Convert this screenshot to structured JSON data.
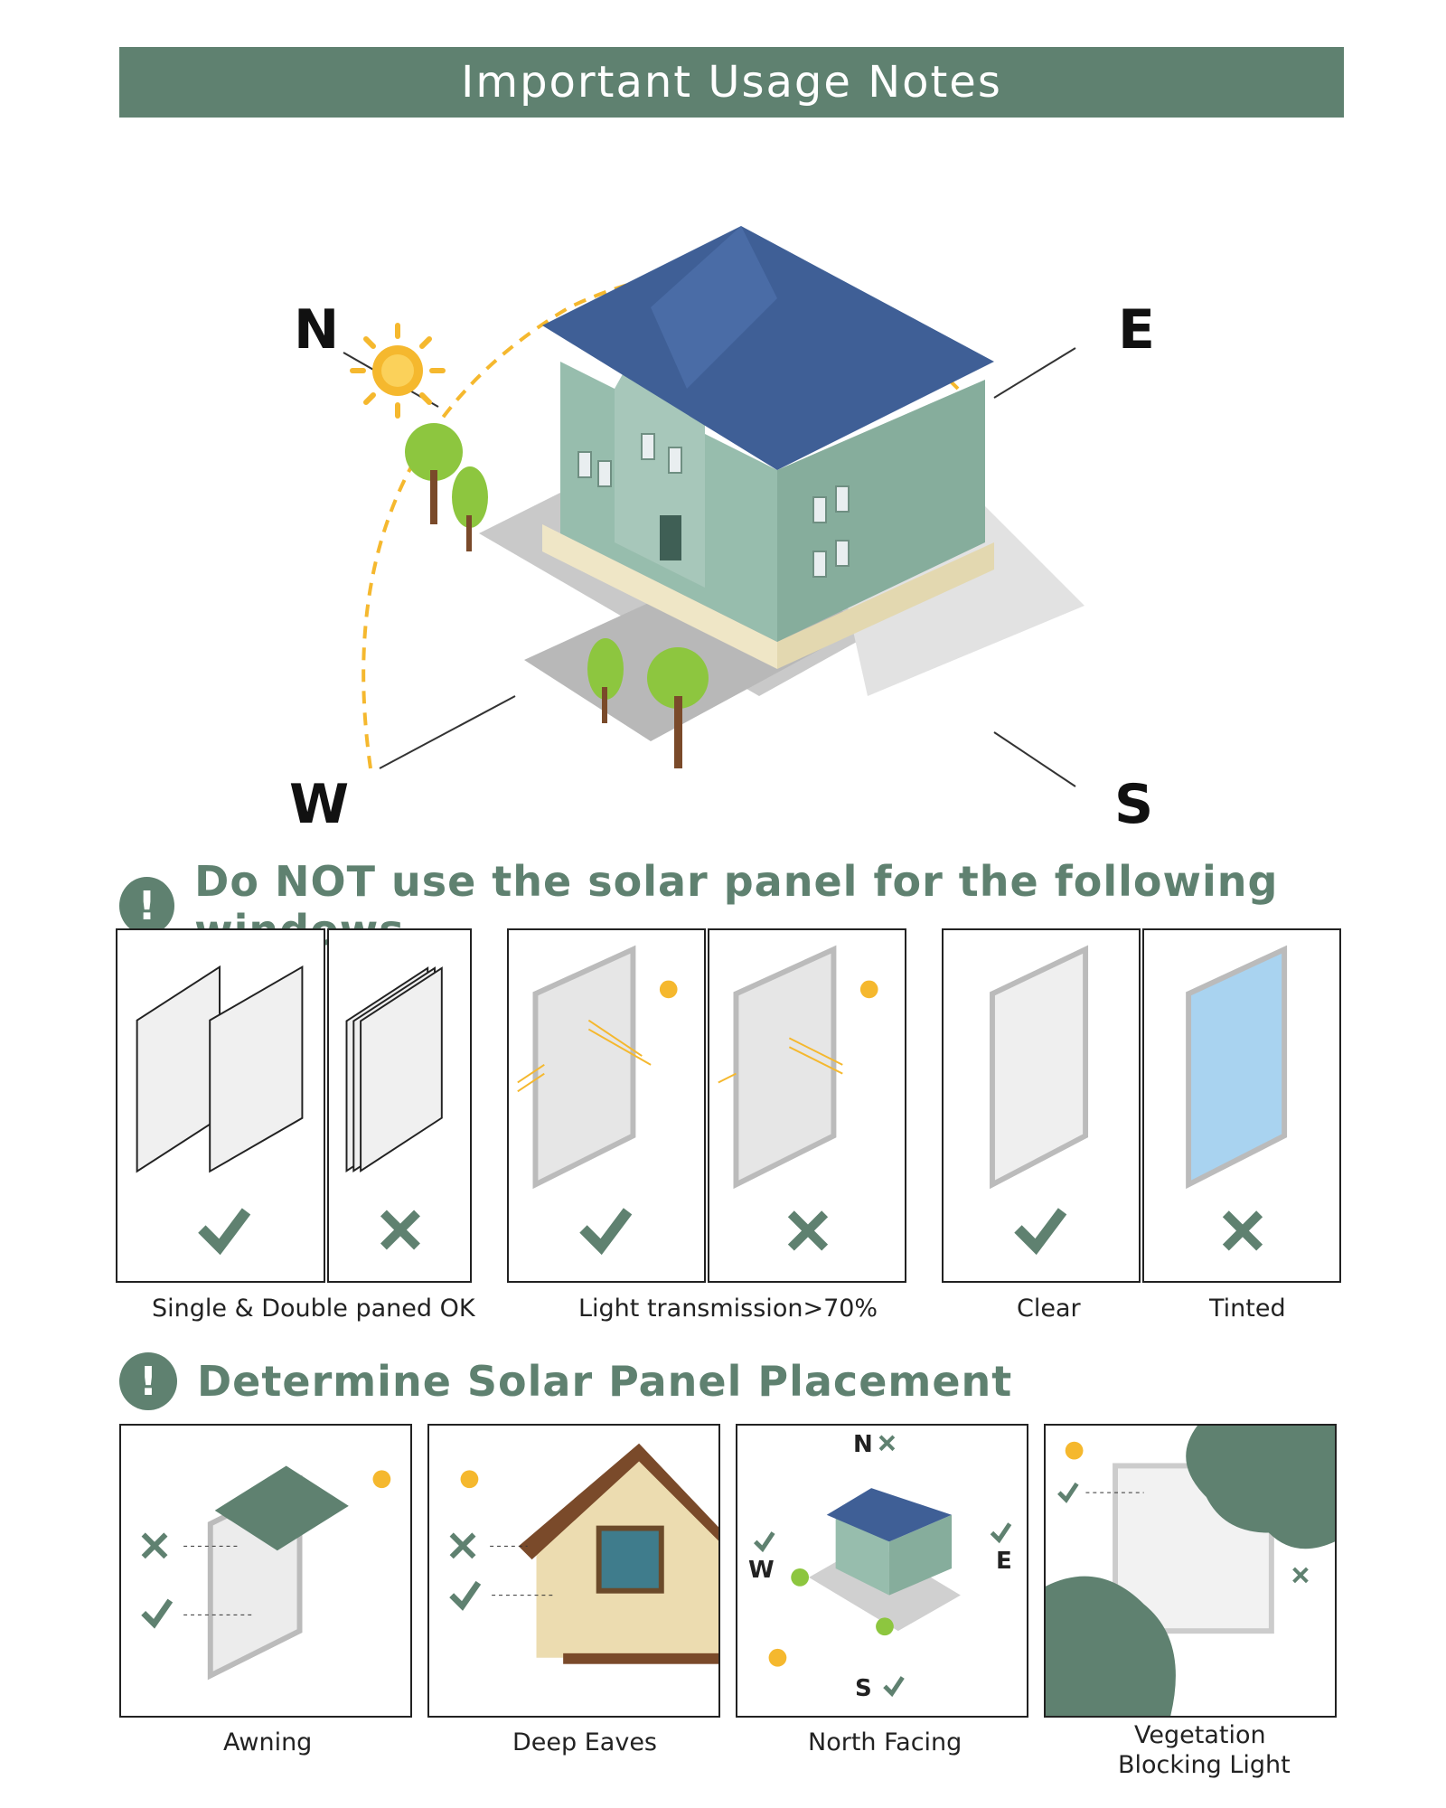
{
  "header": {
    "title": "Important Usage Notes"
  },
  "compass": {
    "north": "N",
    "east": "E",
    "west": "W",
    "south": "S"
  },
  "section1": {
    "title": "Do NOT use the solar panel for the following windows",
    "captions": {
      "panes": "Single & Double paned OK",
      "transmission": "Light transmission>70%",
      "clear": "Clear",
      "tinted": "Tinted"
    }
  },
  "section2": {
    "title": "Determine Solar Panel Placement",
    "captions": {
      "awning": "Awning",
      "eaves": "Deep Eaves",
      "north": "North Facing",
      "veg1": "Vegetation",
      "veg2": "Blocking Light"
    },
    "north_box": {
      "n": "N",
      "e": "E",
      "w": "W",
      "s": "S"
    }
  },
  "colors": {
    "accent": "#5f8170",
    "roof": "#3f5f96",
    "wall": "#8fb3a3",
    "sun": "#f5b82e",
    "tint": "#a9d3f0"
  }
}
